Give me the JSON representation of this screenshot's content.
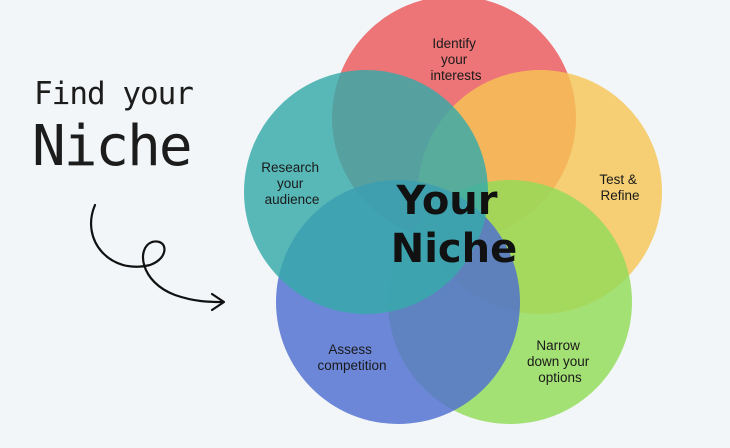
{
  "heading": {
    "line1": "Find your",
    "line2": "Niche"
  },
  "center": {
    "line1": "Your",
    "line2": "Niche"
  },
  "circles": [
    {
      "id": "interests",
      "lines": [
        "Identify",
        "your",
        "interests"
      ],
      "color": "#ec5e62"
    },
    {
      "id": "test",
      "lines": [
        "Test &",
        "Refine"
      ],
      "color": "#f6c555"
    },
    {
      "id": "narrow",
      "lines": [
        "Narrow",
        "down your",
        "options"
      ],
      "color": "#92dc58"
    },
    {
      "id": "assess",
      "lines": [
        "Assess",
        "competition"
      ],
      "color": "#4e6ed1"
    },
    {
      "id": "research",
      "lines": [
        "Research",
        "your",
        "audience"
      ],
      "color": "#36aaa9"
    }
  ]
}
